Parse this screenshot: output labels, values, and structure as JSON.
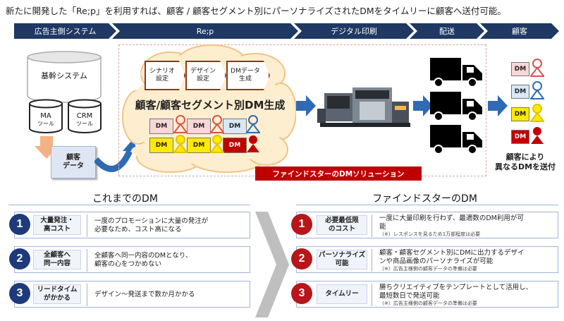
{
  "headline": "新たに開発した「Re;p」を利用すれば、顧客 / 顧客セグメント別にパーソナライズされたDMをタイムリーに顧客へ送付可能。",
  "stages": [
    "広告主側システム",
    "Re;p",
    "デジタル印刷",
    "配送",
    "顧客"
  ],
  "advertiser": {
    "core_system": "基幹システム",
    "ma_tool": [
      "MA",
      "ツール"
    ],
    "crm_tool": [
      "CRM",
      "ツール"
    ],
    "customer_data": [
      "顧客",
      "データ"
    ]
  },
  "rep": {
    "steps": [
      [
        "シナリオ",
        "設定"
      ],
      [
        "デザイン",
        "設定"
      ],
      [
        "DMデータ",
        "生成"
      ]
    ],
    "main_label": "顧客/顧客セグメント別DM生成",
    "dm_label": "DM"
  },
  "solution_banner": "ファインドスターのDMソリューション",
  "delivery_caption": [
    "顧客により",
    "異なるDMを送付"
  ],
  "colors": {
    "navy": "#1f3864",
    "rep_red": "#8b3a1a",
    "banner_red": "#c00000",
    "dm_pink": "#f9d7d7",
    "dm_blue": "#d7e8f7",
    "dm_yellow": "#ffe900",
    "dm_darkred": "#c00000"
  },
  "left_section": {
    "title": "これまでのDM",
    "rows": [
      {
        "num": "1",
        "key": [
          "大量発注・",
          "高コスト"
        ],
        "desc": [
          "一度のプロモーションに大量の発注が",
          "必要なため、コスト高になる"
        ]
      },
      {
        "num": "2",
        "key": [
          "全顧客へ",
          "同一内容"
        ],
        "desc": [
          "全顧客へ同一内容のDMとなり、",
          "顧客の心をつかめない"
        ]
      },
      {
        "num": "3",
        "key": [
          "リードタイム",
          "がかかる"
        ],
        "desc": [
          "デザイン～発送まで数か月かかる"
        ]
      }
    ]
  },
  "right_section": {
    "title": "ファインドスターのDM",
    "rows": [
      {
        "num": "1",
        "key": [
          "必要最低限",
          "のコスト"
        ],
        "desc": [
          "一度に大量印刷を行わず、最適数のDM利用が可",
          "能"
        ],
        "note": "（※）レスポンスを見るため1万部程度は必要"
      },
      {
        "num": "2",
        "key": [
          "パーソナライズ",
          "可能"
        ],
        "desc": [
          "顧客・顧客セグメント別にDMに出力するデザイ",
          "ンや商品画像のパーソナライズが可能"
        ],
        "note": "（※）広告主様側の顧客データの準備は必要"
      },
      {
        "num": "3",
        "key": [
          "タイムリー"
        ],
        "desc": [
          "勝ちクリエイティブをテンプレートとして活用し、",
          "最短数日で発送可能"
        ],
        "note": "（※）広告主様側の顧客データの準備は必要"
      }
    ]
  }
}
